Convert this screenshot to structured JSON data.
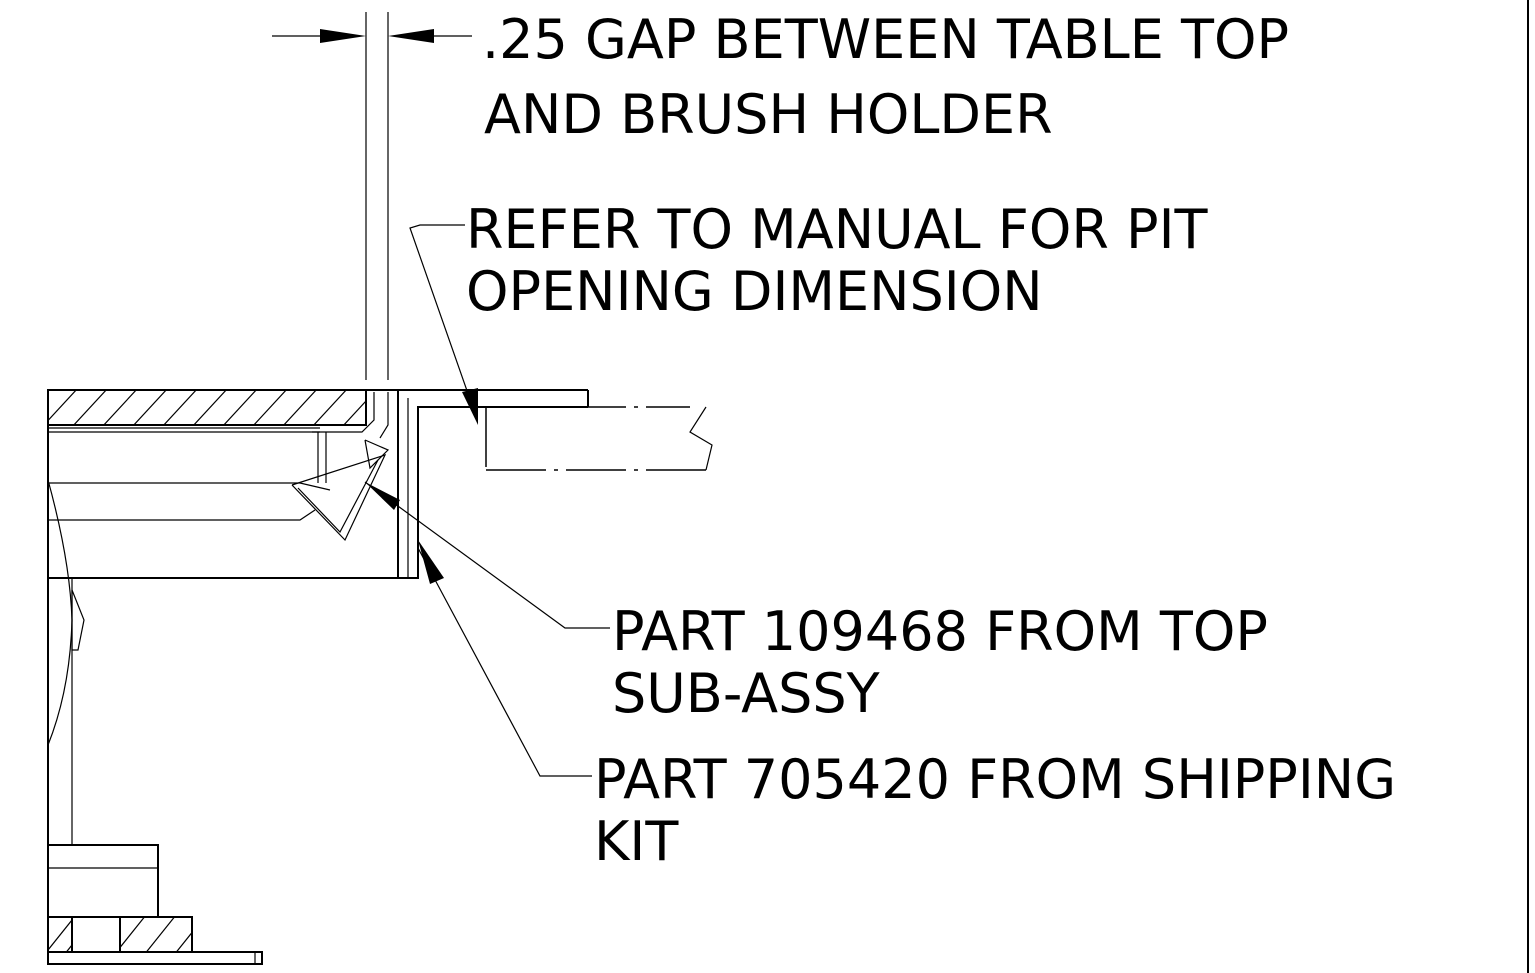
{
  "notes": {
    "gap_line1": ".25 GAP BETWEEN TABLE TOP",
    "gap_line2": "AND BRUSH HOLDER",
    "pit_line1": "REFER TO MANUAL FOR PIT",
    "pit_line2": "OPENING DIMENSION",
    "part1_line1": "PART 109468 FROM TOP",
    "part1_line2": "SUB-ASSY",
    "part2_line1": "PART 705420 FROM SHIPPING",
    "part2_line2": "KIT"
  }
}
